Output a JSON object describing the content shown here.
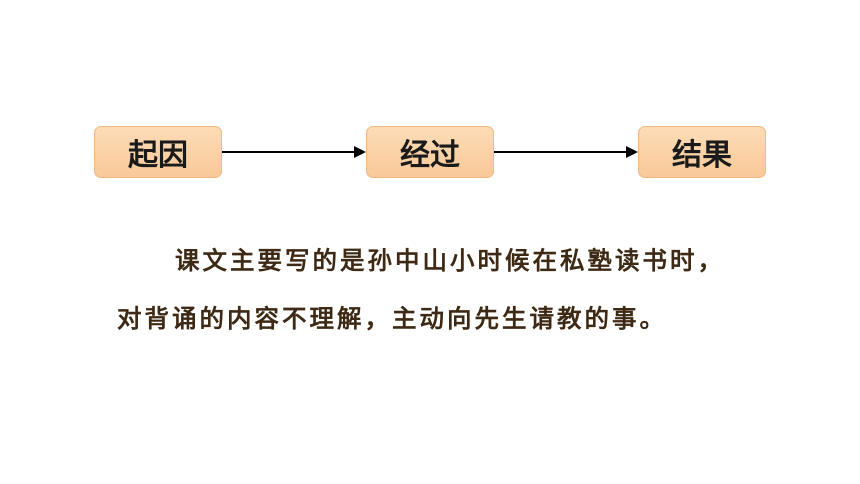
{
  "flow": {
    "steps": [
      {
        "label": "起因"
      },
      {
        "label": "经过"
      },
      {
        "label": "结果"
      }
    ],
    "box_color": "#fcdcb7",
    "border_color": "#f2b77c",
    "arrow_color": "#000000"
  },
  "summary": {
    "text": "课文主要写的是孙中山小时候在私塾读书时，对背诵的内容不理解，主动向先生请教的事。",
    "text_color": "#3e2a14"
  }
}
